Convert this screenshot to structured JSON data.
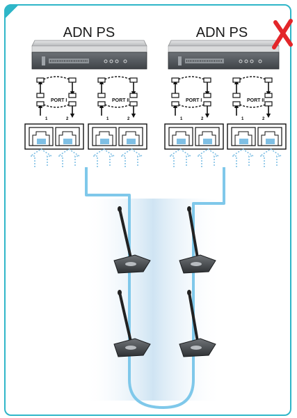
{
  "devices": [
    {
      "title": "ADN PS",
      "disabled": false,
      "ports": [
        "PORT I",
        "PORT II"
      ],
      "port_numbers": [
        "1",
        "2"
      ]
    },
    {
      "title": "ADN PS",
      "disabled": true,
      "ports": [
        "PORT I",
        "PORT II"
      ],
      "port_numbers": [
        "1",
        "2"
      ]
    }
  ],
  "colors": {
    "frame": "#2fb6c8",
    "cable": "#7fc8ea",
    "cable_fill": "#dcecf7",
    "cross": "#e3262a",
    "device_body": "#5a5f63"
  },
  "microphones": [
    {
      "name": "conference-mic-top-left"
    },
    {
      "name": "conference-mic-top-right"
    },
    {
      "name": "conference-mic-bottom-left"
    },
    {
      "name": "conference-mic-bottom-right"
    }
  ]
}
